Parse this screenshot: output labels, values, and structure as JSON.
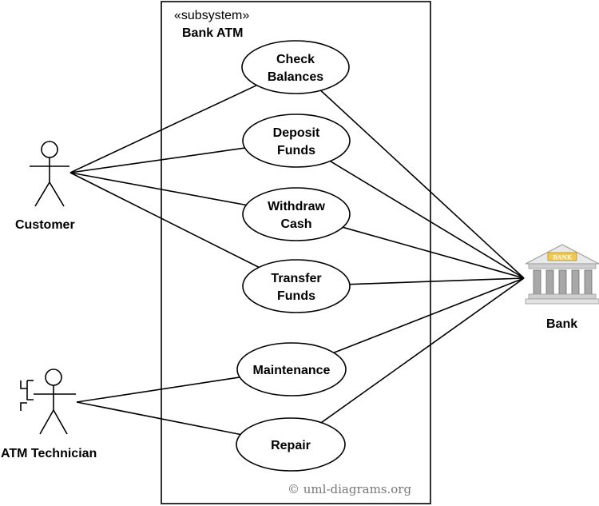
{
  "subsystem": {
    "stereotype": "«subsystem»",
    "name": "Bank ATM"
  },
  "actors": {
    "customer": {
      "label": "Customer",
      "icon": "stick-figure-icon"
    },
    "technician": {
      "label": "ATM Technician",
      "icon": "robot-stick-figure-icon"
    },
    "bank": {
      "label": "Bank",
      "icon": "bank-building-icon",
      "sign_text": "BANK"
    }
  },
  "use_cases": [
    {
      "id": "check-balances",
      "lines": [
        "Check",
        "Balances"
      ]
    },
    {
      "id": "deposit-funds",
      "lines": [
        "Deposit",
        "Funds"
      ]
    },
    {
      "id": "withdraw-cash",
      "lines": [
        "Withdraw",
        "Cash"
      ]
    },
    {
      "id": "transfer-funds",
      "lines": [
        "Transfer",
        "Funds"
      ]
    },
    {
      "id": "maintenance",
      "lines": [
        "Maintenance"
      ]
    },
    {
      "id": "repair",
      "lines": [
        "Repair"
      ]
    }
  ],
  "associations": [
    {
      "from": "customer",
      "to": "check-balances"
    },
    {
      "from": "customer",
      "to": "deposit-funds"
    },
    {
      "from": "customer",
      "to": "withdraw-cash"
    },
    {
      "from": "customer",
      "to": "transfer-funds"
    },
    {
      "from": "technician",
      "to": "maintenance"
    },
    {
      "from": "technician",
      "to": "repair"
    },
    {
      "from": "bank",
      "to": "check-balances"
    },
    {
      "from": "bank",
      "to": "deposit-funds"
    },
    {
      "from": "bank",
      "to": "withdraw-cash"
    },
    {
      "from": "bank",
      "to": "transfer-funds"
    },
    {
      "from": "bank",
      "to": "maintenance"
    },
    {
      "from": "bank",
      "to": "repair"
    }
  ],
  "copyright": "© uml-diagrams.org",
  "colors": {
    "bank_sign": "#f2c94c",
    "bank_roof": "#eeeeee",
    "bank_columns": "#9a9a9a",
    "copyright": "#777777"
  }
}
